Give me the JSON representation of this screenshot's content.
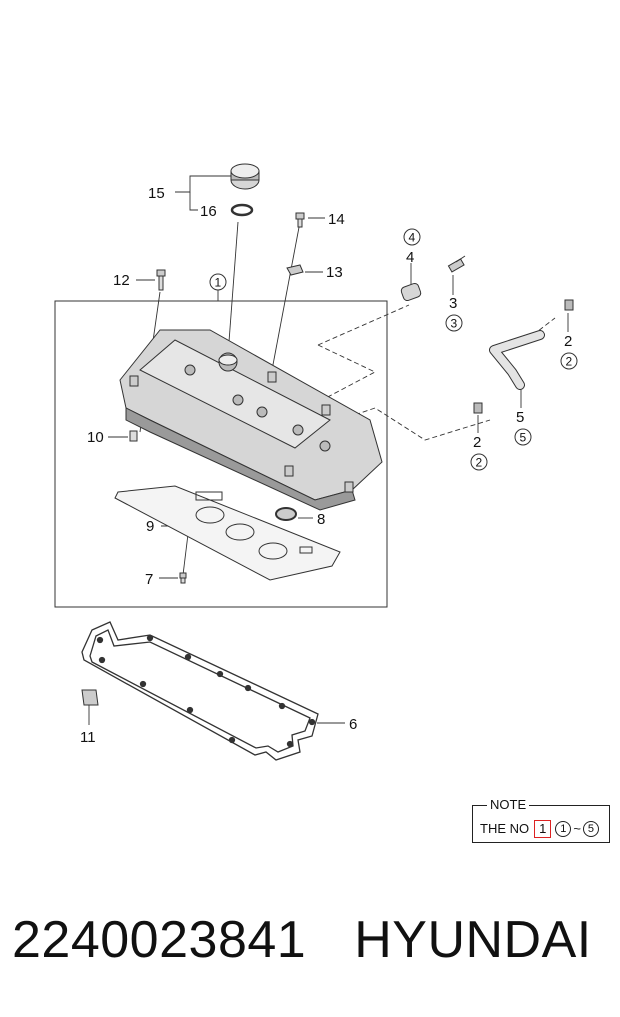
{
  "callouts": {
    "c1": "1",
    "c2a": "2",
    "c2b": "2",
    "c3": "3",
    "c4": "4",
    "c5": "5",
    "c6": "6",
    "c7": "7",
    "c8": "8",
    "c9": "9",
    "c10": "10",
    "c11": "11",
    "c12": "12",
    "c13": "13",
    "c14": "14",
    "c15": "15",
    "c16": "16"
  },
  "circled_refs": {
    "r1": "1",
    "r2a": "2",
    "r2b": "2",
    "r3": "3",
    "r4": "4",
    "r5": "5"
  },
  "note": {
    "title": "NOTE",
    "prefix": "THE NO",
    "ref": "1",
    "range_start": "1",
    "range_sep": "~",
    "range_end": "5"
  },
  "footer": {
    "part_number": "2240023841",
    "brand": "HYUNDAI"
  },
  "colors": {
    "line": "#333333",
    "part_fill": "#d6d6d6",
    "part_shadow": "#9a9a9a",
    "highlight": "#dd2222"
  }
}
